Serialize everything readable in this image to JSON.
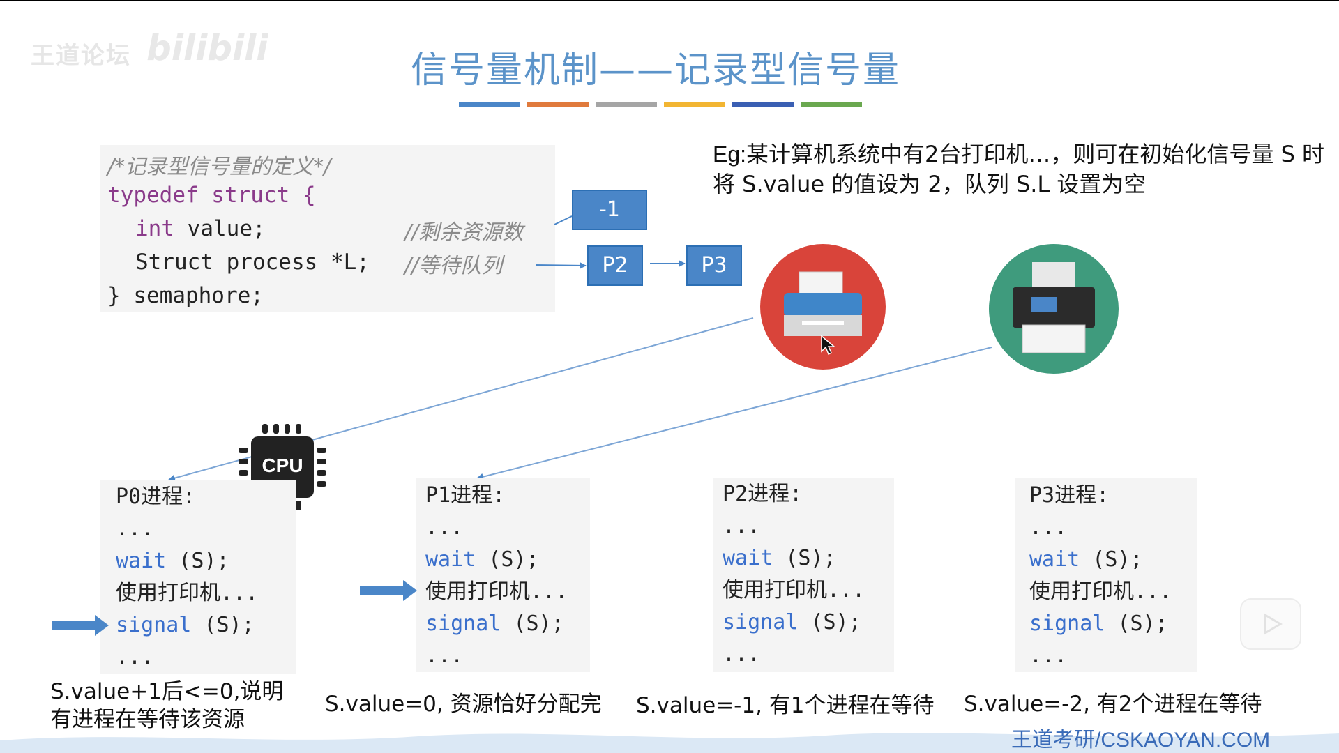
{
  "watermark": {
    "text": "王道论坛",
    "logo": "bilibili"
  },
  "title": "信号量机制——记录型信号量",
  "title_bar_colors": [
    "#4a86c8",
    "#e07a3c",
    "#a5a5a5",
    "#f2b532",
    "#3a5fb3",
    "#6aa84f"
  ],
  "definition": {
    "comment": "/*记录型信号量的定义*/",
    "line1": "typedef struct {",
    "line2_kw": "int",
    "line2_rest": " value;",
    "line2_comment": "//剩余资源数",
    "line3": "Struct process *L;",
    "line3_comment": "//等待队列",
    "line4": "} semaphore;"
  },
  "queue": {
    "value_box": "-1",
    "nodes": [
      "P2",
      "P3"
    ]
  },
  "example": {
    "prefix": "Eg:",
    "text": "某计算机系统中有2台打印机…，则可在初始化信号量 S 时将 S.value 的值设为 2，队列 S.L 设置为空"
  },
  "icons": {
    "cpu_label": "CPU",
    "printer1": "printer-red-icon",
    "printer2": "printer-green-icon"
  },
  "processes": [
    {
      "name": "P0进程:",
      "dots1": "...",
      "wait": "wait",
      "wait_arg": " (S);",
      "use": "使用打印机...",
      "signal": "signal",
      "signal_arg": " (S);",
      "dots2": "...",
      "caption": "S.value+1后<=0,说明\n有进程在等待该资源"
    },
    {
      "name": "P1进程:",
      "dots1": "...",
      "wait": "wait",
      "wait_arg": " (S);",
      "use": "使用打印机...",
      "signal": "signal",
      "signal_arg": " (S);",
      "dots2": "...",
      "caption": "S.value=0, 资源恰好分配完"
    },
    {
      "name": "P2进程:",
      "dots1": "...",
      "wait": "wait",
      "wait_arg": " (S);",
      "use": "使用打印机...",
      "signal": "signal",
      "signal_arg": " (S);",
      "dots2": "...",
      "caption": "S.value=-1, 有1个进程在等待"
    },
    {
      "name": "P3进程:",
      "dots1": "...",
      "wait": "wait",
      "wait_arg": " (S);",
      "use": "使用打印机...",
      "signal": "signal",
      "signal_arg": " (S);",
      "dots2": "...",
      "caption": "S.value=-2, 有2个进程在等待"
    }
  ],
  "footer": "王道考研/CSKAOYAN.COM",
  "colors": {
    "title": "#5b93c9",
    "box_blue": "#4a86c8",
    "arrow_blue": "#4a86c8",
    "printer_red": "#d9443a",
    "printer_green": "#3f9b7d"
  }
}
